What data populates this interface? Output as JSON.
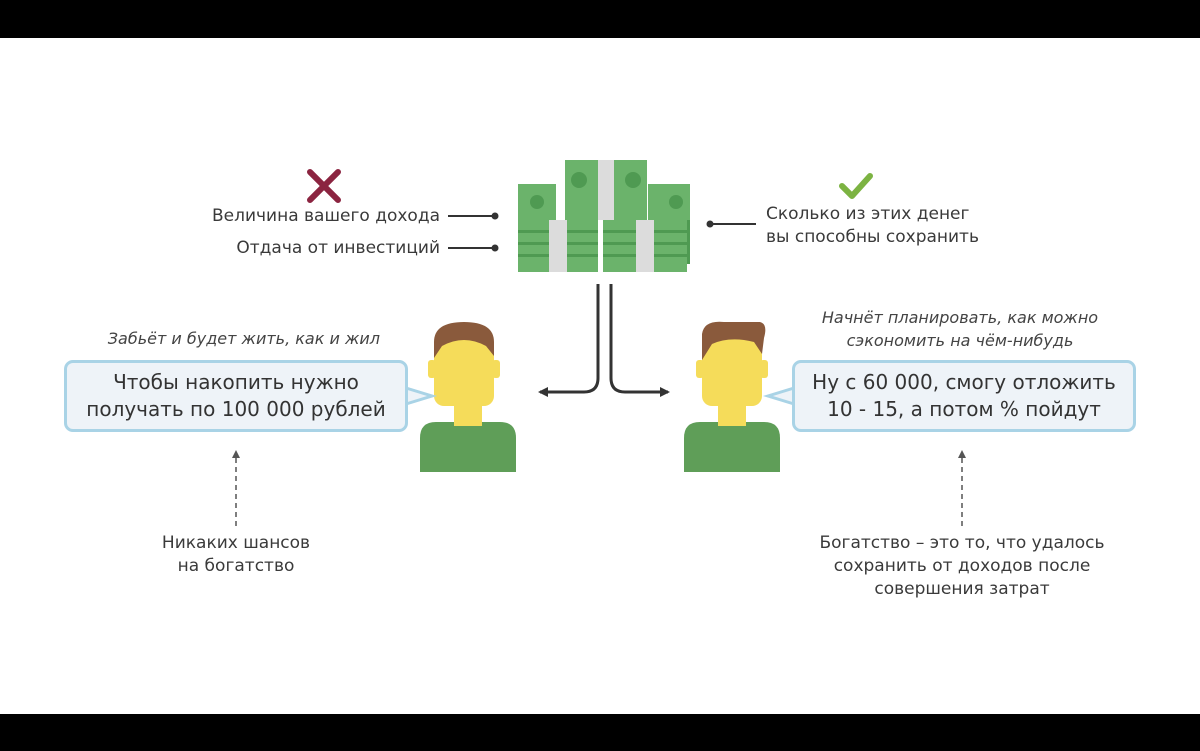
{
  "top_left": {
    "items": [
      "Величина вашего дохода",
      "Отдача от инвестиций"
    ]
  },
  "top_right": {
    "lines": [
      "Сколько из этих денег",
      "вы способны сохранить"
    ]
  },
  "left_person": {
    "caption": "Забьёт и будет жить, как и жил",
    "bubble_lines": [
      "Чтобы накопить нужно",
      "получать по 100 000 рублей"
    ],
    "note_lines": [
      "Никаких шансов",
      "на богатство"
    ]
  },
  "right_person": {
    "caption_lines": [
      "Начнёт планировать, как можно",
      "сэкономить на чём-нибудь"
    ],
    "bubble_lines": [
      "Ну с 60 000, смогу отложить",
      "10 - 15, а потом % пойдут"
    ],
    "note_lines": [
      "Богатство – это то, что удалось",
      "сохранить от доходов после",
      "совершения затрат"
    ]
  },
  "colors": {
    "cross": "#8b2440",
    "check": "#7cb342",
    "money": "#6bb36b",
    "money_dark": "#4f9a52",
    "band": "#dcdcdc",
    "skin": "#f5dc5a",
    "hair": "#8a5a3c",
    "shirt": "#5f9e58",
    "bubble_border": "#a9d3e6",
    "line": "#333333"
  },
  "icons": {
    "cross": "cross-icon",
    "check": "check-icon",
    "money": "money-stack-icon",
    "person": "person-icon"
  }
}
